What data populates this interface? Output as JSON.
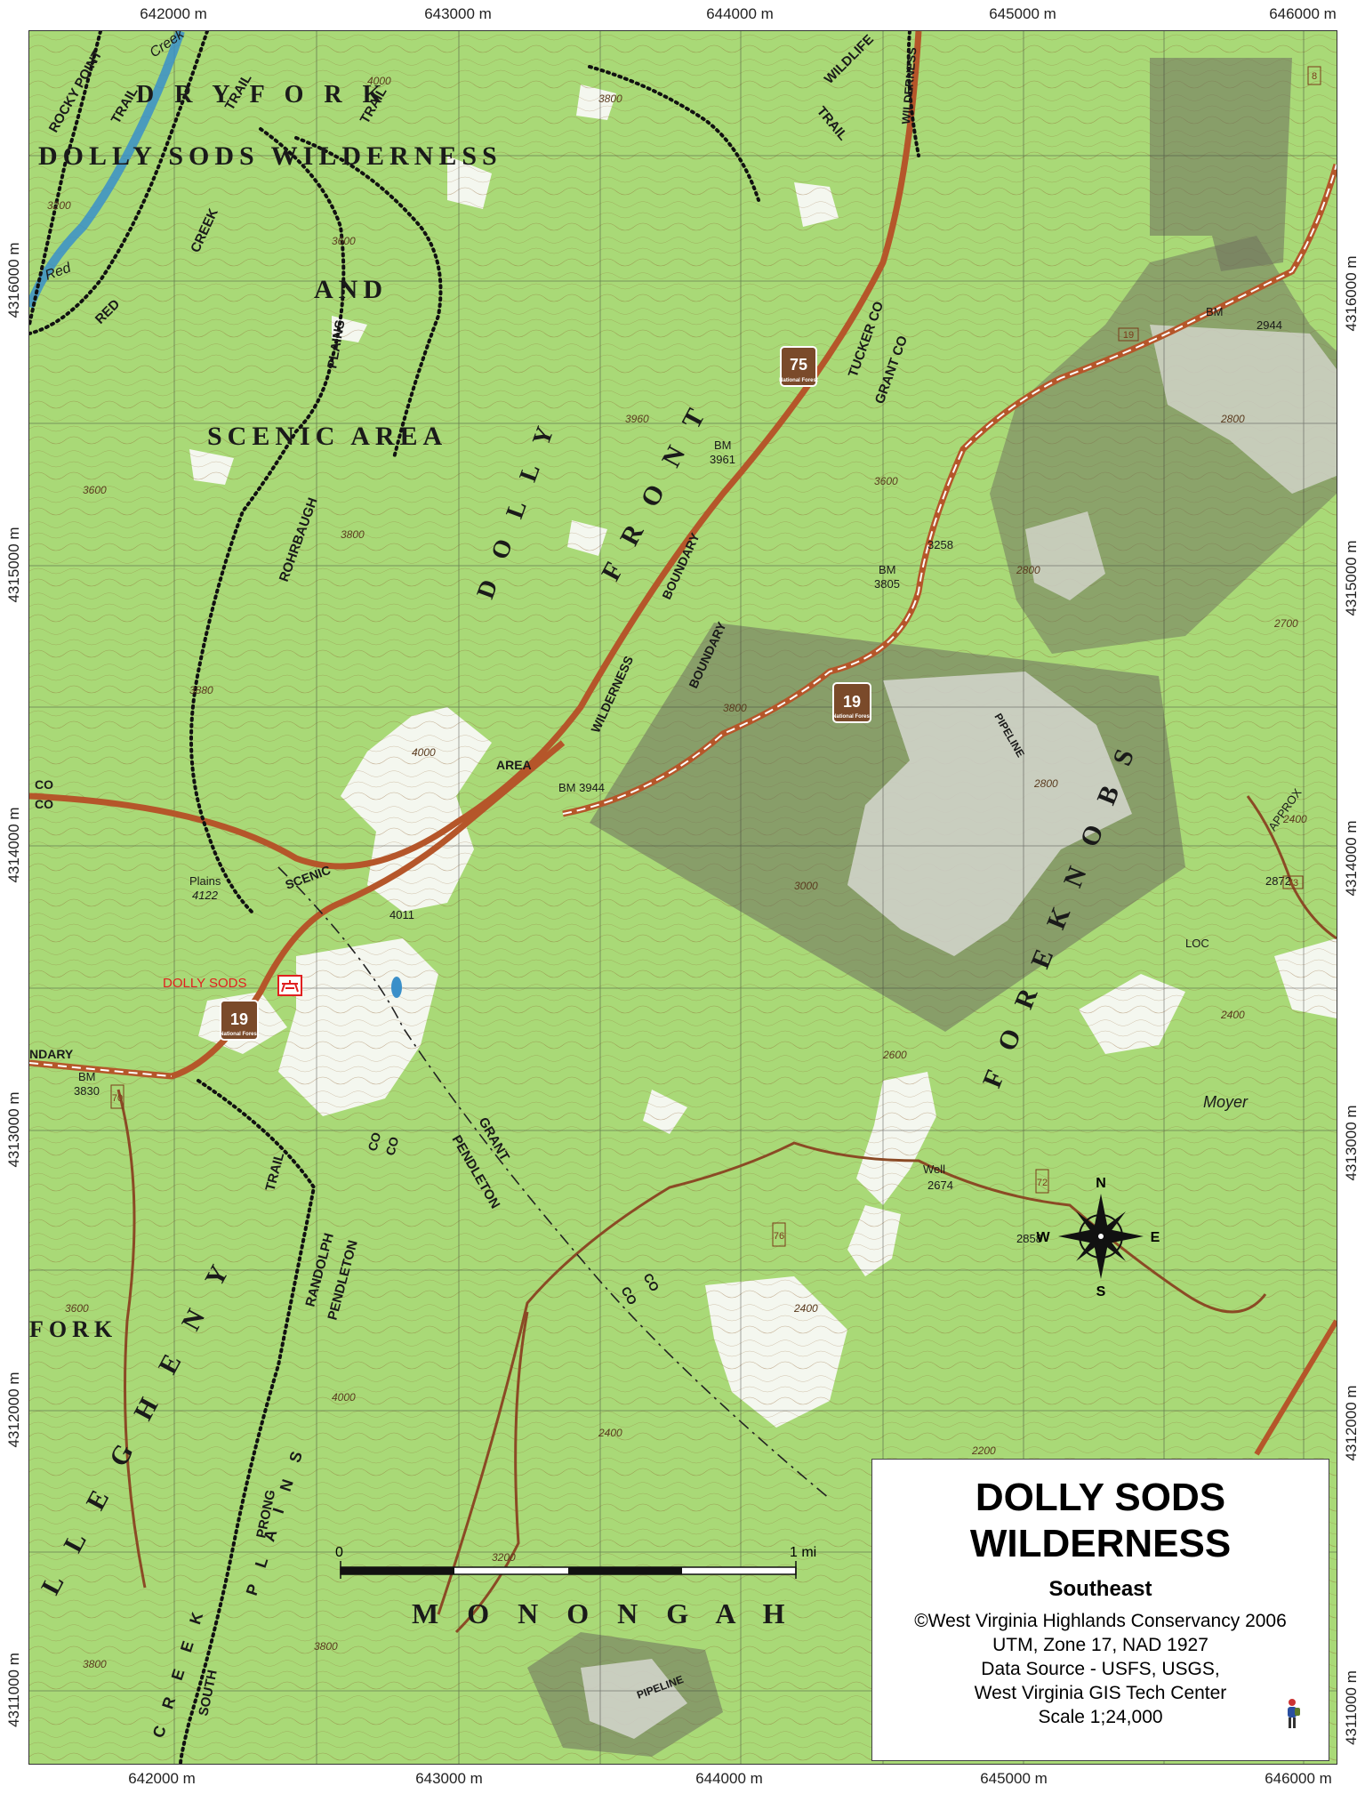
{
  "grid": {
    "easting": [
      "642000 m",
      "643000 m",
      "644000 m",
      "645000 m",
      "646000 m"
    ],
    "northing": [
      "4316000 m",
      "4315000 m",
      "4314000 m",
      "4313000 m",
      "4312000 m",
      "4311000 m"
    ]
  },
  "map": {
    "area_labels": {
      "dolly_sods_wilderness": "DOLLY SODS WILDERNESS",
      "and": "AND",
      "scenic_area": "SCENIC AREA",
      "dry_fork": "D R Y    F O R K",
      "fork": "FORK",
      "dolly": "D O L L Y",
      "front": "F R O N T",
      "fore_knobs": "F O R E     K N O B S",
      "allegheny": "L L E G H E N Y",
      "monongah": "M O N O N G A H",
      "plains": "P L A I N S",
      "creek": "C R E E K"
    },
    "trails": {
      "rocky_point": "ROCKY POINT",
      "trail1": "TRAIL",
      "dry_fork_trail": "TRAIL",
      "red_creek": "CREEK",
      "red": "RED",
      "plains": "PLAINS",
      "rohrbaugh": "ROHRBAUGH",
      "wildlife": "WILDLIFE",
      "wildlife_trail": "TRAIL",
      "wilderness_right": "WILDERNESS",
      "tucker_co": "TUCKER CO",
      "grant_co": "GRANT CO",
      "wilderness": "WILDERNESS",
      "boundary1": "BOUNDARY",
      "boundary2": "BOUNDARY",
      "area": "AREA",
      "scenic": "SCENIC",
      "pipeline": "PIPELINE",
      "pipeline2": "PIPELINE",
      "trail_s": "TRAIL",
      "randolph": "RANDOLPH",
      "pendleton": "PENDLETON",
      "grant": "GRANT",
      "pendleton2": "PENDLETON",
      "co1": "CO",
      "co2": "CO",
      "co3": "CO",
      "co4": "CO",
      "co_left1": "CO",
      "co_left2": "CO",
      "south": "SOUTH",
      "prong": "PRONG",
      "ndary": "NDARY",
      "approx": "APPROX",
      "loc": "LOC",
      "red_river": "Red",
      "creek_river": "Creek",
      "moyer": "Moyer"
    },
    "benchmarks": {
      "bm2944": {
        "bm": "BM",
        "elev": "2944"
      },
      "bm3961": {
        "bm": "BM",
        "elev": "3961"
      },
      "bm3805": {
        "bm": "BM",
        "elev": "3805"
      },
      "bm3944": {
        "bm": "BM 3944"
      },
      "bm3830": {
        "bm": "BM",
        "elev": "3830"
      },
      "spot3258": "3258",
      "spot2872": "2872",
      "spot4011": "4011",
      "spot2858": "2858",
      "spot2674": "2674",
      "plains": "Plains",
      "plains_elev": "4122",
      "well": "Well"
    },
    "contour_labels": [
      "3800",
      "3600",
      "4000",
      "3200",
      "3960",
      "3880",
      "3800",
      "4000",
      "3000",
      "3800",
      "2800",
      "3600",
      "2800",
      "2700",
      "2800",
      "2400",
      "2600",
      "2400",
      "2400",
      "2200",
      "2400",
      "3200",
      "3800",
      "3600",
      "4000",
      "3600",
      "3800"
    ],
    "routes": {
      "r75": "75",
      "r19a": "19",
      "r19b": "19",
      "r19_small": "19",
      "r70": "70",
      "r76": "76",
      "r72": "72",
      "r73": "73",
      "r8": "8",
      "shield_sub": "National Forest"
    },
    "poi": {
      "dolly_sods_picnic": "DOLLY SODS"
    },
    "compass": {
      "n": "N",
      "s": "S",
      "e": "E",
      "w": "W"
    },
    "scale": {
      "start": "0",
      "end": "1 mi"
    }
  },
  "legend": {
    "title_line1": "DOLLY SODS",
    "title_line2": "WILDERNESS",
    "subtitle": "Southeast",
    "lines": [
      "©West Virginia Highlands Conservancy 2006",
      "UTM, Zone 17, NAD 1927",
      "Data Source - USFS, USGS,",
      "West Virginia GIS Tech Center",
      "Scale 1;24,000"
    ]
  },
  "colors": {
    "forest_green": "#a9d977",
    "open_white": "#ffffff",
    "private_land_gray": "#6e6e5e",
    "contour_brown": "#8b5a2b",
    "road_brown": "#b5562a",
    "trail_black": "#111111",
    "water_blue": "#3a8fc9"
  }
}
